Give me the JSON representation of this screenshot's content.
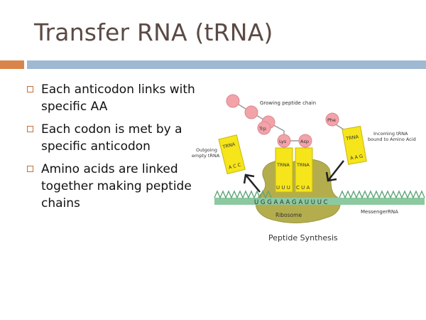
{
  "slide": {
    "title": "Transfer RNA (tRNA)",
    "bullets": [
      "Each anticodon links with specific AA",
      "Each codon is met by a specific anticodon",
      "Amino acids are linked together making peptide chains"
    ]
  },
  "diagram": {
    "label_growing_chain": "Growing peptide chain",
    "label_outgoing_1": "Outgoing",
    "label_outgoing_2": "empty tRNA",
    "label_incoming_1": "Incoming  tRNA",
    "label_incoming_2": "bound to Amino Acid",
    "label_ribosome": "Ribosome",
    "label_mrna": "MessengerRNA",
    "label_caption": "Peptide Synthesis",
    "label_trp": "Trp",
    "label_lys": "Lys",
    "label_asp": "Asp",
    "label_phe": "Phe",
    "trna_label": "TRNA",
    "outgoing_anticodon": "A C C",
    "lys_anticodon": "U U U",
    "asp_anticodon": "C U A",
    "incoming_anticodon": "A A G",
    "mrna_sequence": "U G G A A A G A U U U C",
    "colors": {
      "trna_yellow": "#f5e51a",
      "amino_pink": "#f2a2a8",
      "ribosome": "#b3ad4e",
      "mrna_green": "#8cc9a0"
    }
  }
}
